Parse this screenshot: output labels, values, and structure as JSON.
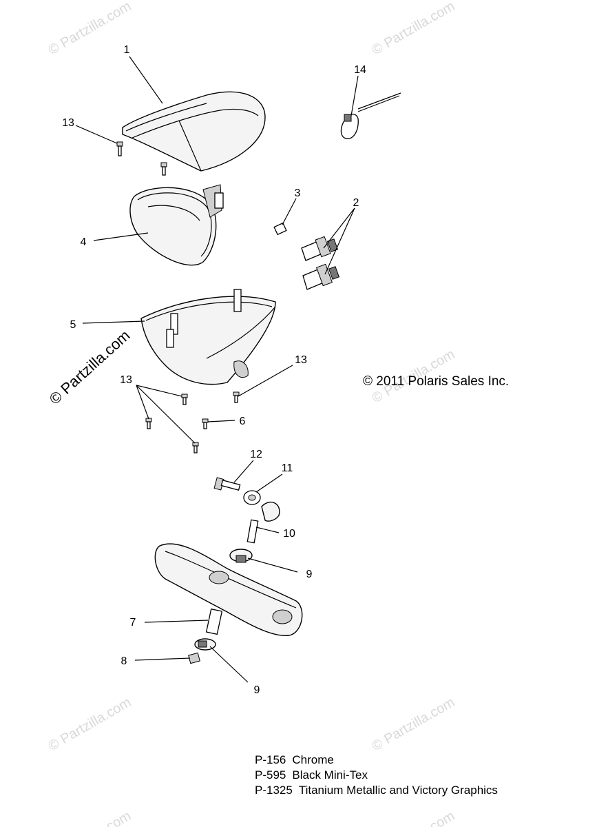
{
  "watermarks": [
    {
      "text": "© Partzilla.com"
    },
    {
      "text": "© Partzilla.com"
    },
    {
      "text": "© Partzilla.com"
    },
    {
      "text": "© Partzilla.com"
    },
    {
      "text": "© Partzilla.com"
    },
    {
      "text": "© Partzilla.com"
    },
    {
      "text": "© Partzilla.com"
    }
  ],
  "main_watermark": "© Partzilla.com",
  "copyright": "© 2011 Polaris Sales Inc.",
  "callouts": {
    "c1": "1",
    "c2": "2",
    "c3": "3",
    "c4": "4",
    "c5": "5",
    "c6": "6",
    "c7": "7",
    "c8": "8",
    "c9a": "9",
    "c9b": "9",
    "c10": "10",
    "c11": "11",
    "c12": "12",
    "c13a": "13",
    "c13b": "13",
    "c13c": "13",
    "c14": "14"
  },
  "legend": [
    {
      "code": "P-156",
      "desc": "Chrome"
    },
    {
      "code": "P-595",
      "desc": "Black Mini-Tex"
    },
    {
      "code": "P-1325",
      "desc": "Titanium Metallic and Victory Graphics"
    }
  ]
}
